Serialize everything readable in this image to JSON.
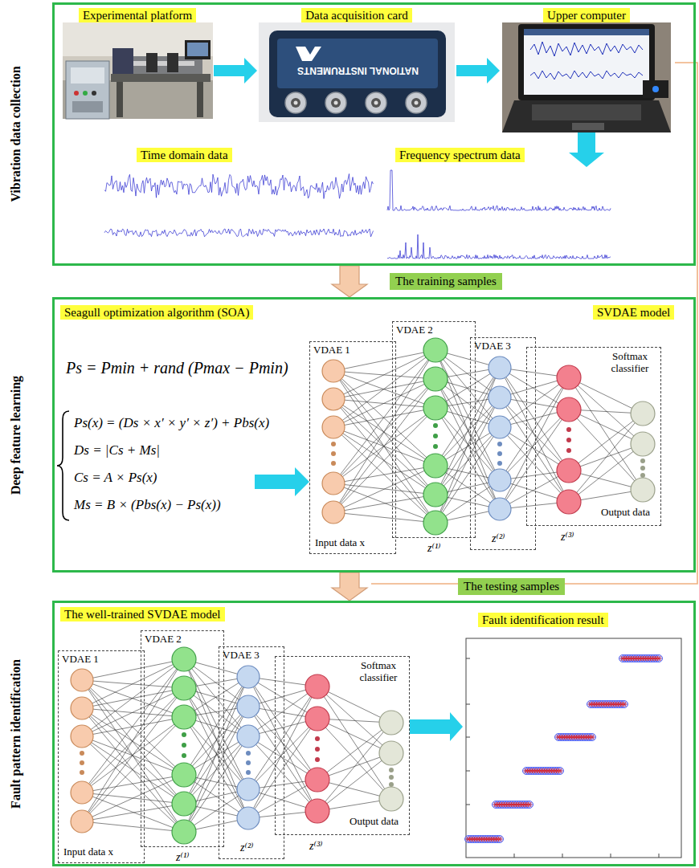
{
  "diagram": {
    "nodes": [
      {
        "text": [
          "Vibration data collection"
        ]
      },
      {
        "text": [
          "Experimental platform"
        ],
        "in": 0
      },
      {
        "text": [
          "Data acquisition card"
        ],
        "in": 0
      },
      {
        "text": [
          "Upper computer"
        ],
        "in": 0
      },
      {
        "text": [
          "Time domain data"
        ],
        "in": 0
      },
      {
        "text": [
          "Frequency spectrum data"
        ],
        "in": 0
      },
      {
        "text": [
          "Deep feature learning"
        ]
      },
      {
        "text": [
          "Seagull optimization algorithm (SOA)"
        ],
        "in": 6
      },
      {
        "text": [
          "SVDAE model"
        ],
        "in": 6
      },
      {
        "text": [
          "VDAE 1"
        ],
        "in": 6
      },
      {
        "text": [
          "VDAE 2"
        ],
        "in": 6
      },
      {
        "text": [
          "VDAE 3"
        ],
        "in": 6
      },
      {
        "text": [
          "Softmax classifier"
        ],
        "in": 6
      },
      {
        "text": [
          "Fault pattern identification"
        ]
      },
      {
        "text": [
          "The well-trained SVDAE model"
        ],
        "in": 13
      },
      {
        "text": [
          "VDAE 1"
        ],
        "in": 13
      },
      {
        "text": [
          "VDAE 2"
        ],
        "in": 13
      },
      {
        "text": [
          "VDAE 3"
        ],
        "in": 13
      },
      {
        "text": [
          "Softmax classifier"
        ],
        "in": 13
      },
      {
        "text": [
          "Fault identification result"
        ],
        "in": 13
      }
    ],
    "edges": [
      {
        "from": 1,
        "to": 2,
        "arrow": "to"
      },
      {
        "from": 2,
        "to": 3,
        "arrow": "to"
      },
      {
        "from": 3,
        "to": 5,
        "arrow": "to"
      },
      {
        "from": 0,
        "to": 6,
        "arrow": "to",
        "label": "The training samples"
      },
      {
        "from": 6,
        "to": 13,
        "arrow": "to",
        "label": "The testing samples"
      },
      {
        "from": 7,
        "to": 9,
        "arrow": "to"
      },
      {
        "from": 18,
        "to": 19,
        "arrow": "to"
      }
    ],
    "labels": [
      "NATIONAL INSTRUMENTS",
      "Ps = Pmin + rand (Pmax − Pmin)",
      "Ps(x) = (Ds × x′ × y′ × z′) + Pbs(x)",
      "Ds = |Cs + Ms|",
      "Cs = A × Ps(x)",
      "Ms = B × (Pbs(x) − Ps(x))",
      "Input data x",
      "z⁽¹⁾",
      "z⁽²⁾",
      "z⁽³⁾",
      "Output data",
      "Input data x",
      "z⁽¹⁾",
      "z⁽²⁾",
      "z⁽³⁾",
      "Output data"
    ]
  }
}
